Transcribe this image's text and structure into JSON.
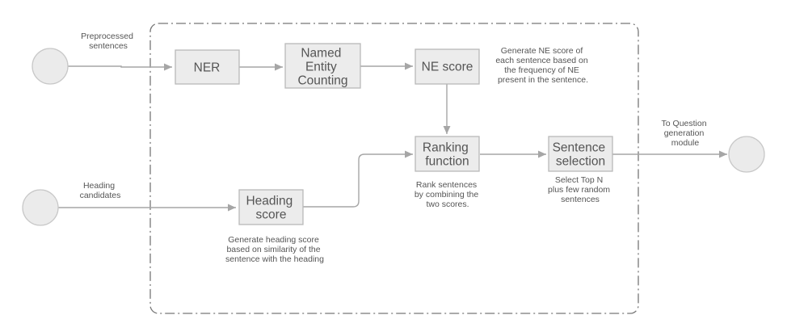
{
  "diagram": {
    "nodes": {
      "input_sentences": {
        "label": ""
      },
      "input_headings": {
        "label": ""
      },
      "ner": {
        "label": [
          "NER"
        ]
      },
      "ne_counting": {
        "label": [
          "Named",
          "Entity",
          "Counting"
        ]
      },
      "ne_score": {
        "label": [
          "NE score"
        ]
      },
      "ranking": {
        "label": [
          "Ranking",
          "function"
        ]
      },
      "selection": {
        "label": [
          "Sentence",
          "selection"
        ]
      },
      "heading_score": {
        "label": [
          "Heading",
          "score"
        ]
      },
      "output": {
        "label": ""
      }
    },
    "notes": {
      "preprocessed": [
        "Preprocessed",
        "sentences"
      ],
      "heading_candidates": [
        "Heading",
        "candidates"
      ],
      "ne_score_desc": [
        "Generate NE score of",
        "each sentence based on",
        "the frequency of NE",
        "present in the sentence."
      ],
      "heading_score_desc": [
        "Generate heading score",
        "based on similarity of the",
        "sentence with the heading"
      ],
      "ranking_desc": [
        "Rank sentences",
        "by combining the",
        "two scores."
      ],
      "selection_desc": [
        "Select Top N",
        "plus few random",
        "sentences"
      ],
      "to_question": [
        "To Question",
        "generation",
        "module"
      ]
    },
    "edges": [
      {
        "from": "input_sentences",
        "to": "ner"
      },
      {
        "from": "ner",
        "to": "ne_counting"
      },
      {
        "from": "ne_counting",
        "to": "ne_score"
      },
      {
        "from": "ne_score",
        "to": "ranking"
      },
      {
        "from": "input_headings",
        "to": "heading_score"
      },
      {
        "from": "heading_score",
        "to": "ranking"
      },
      {
        "from": "ranking",
        "to": "selection"
      },
      {
        "from": "selection",
        "to": "output"
      }
    ],
    "colors": {
      "box_fill": "#ececec",
      "box_stroke": "#b9b9b9",
      "edge": "#a6a6a6",
      "frame": "#777777",
      "text": "#555555"
    }
  }
}
